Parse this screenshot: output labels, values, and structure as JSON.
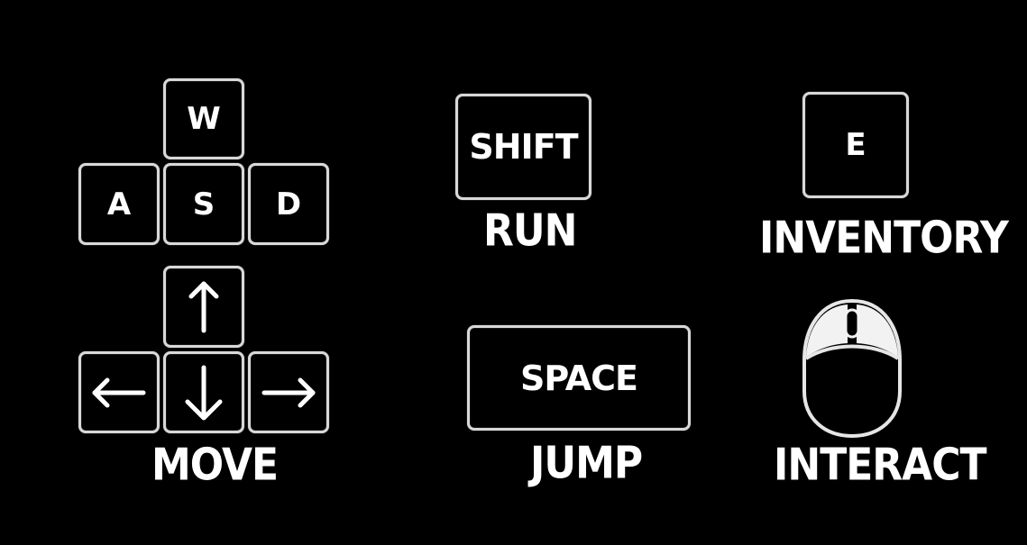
{
  "controls": {
    "move": {
      "keys": {
        "w": "W",
        "a": "A",
        "s": "S",
        "d": "D"
      },
      "arrow_icons": [
        "arrow-up-icon",
        "arrow-left-icon",
        "arrow-down-icon",
        "arrow-right-icon"
      ],
      "label": "MOVE"
    },
    "run": {
      "key": "SHIFT",
      "label": "RUN"
    },
    "jump": {
      "key": "SPACE",
      "label": "JUMP"
    },
    "inventory": {
      "key": "E",
      "label": "INVENTORY"
    },
    "interact": {
      "icon": "mouse-left-click-icon",
      "label": "INTERACT"
    }
  },
  "colors": {
    "background": "#000000",
    "key_border": "#d8d8d8",
    "text": "#ffffff"
  }
}
